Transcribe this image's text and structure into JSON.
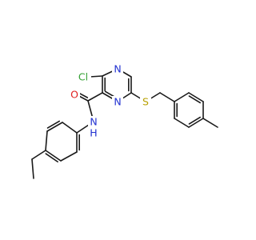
{
  "molecule": {
    "atoms": [
      {
        "id": "Cl",
        "text": "Cl",
        "color": "#33a033"
      },
      {
        "id": "O",
        "text": "O",
        "color": "#e02020"
      },
      {
        "id": "NH",
        "text": "N\nH",
        "color": "#2030d0"
      },
      {
        "id": "N1",
        "text": "N",
        "color": "#2030d0"
      },
      {
        "id": "N3",
        "text": "N",
        "color": "#2030d0"
      },
      {
        "id": "S",
        "text": "S",
        "color": "#b8a000"
      }
    ]
  }
}
